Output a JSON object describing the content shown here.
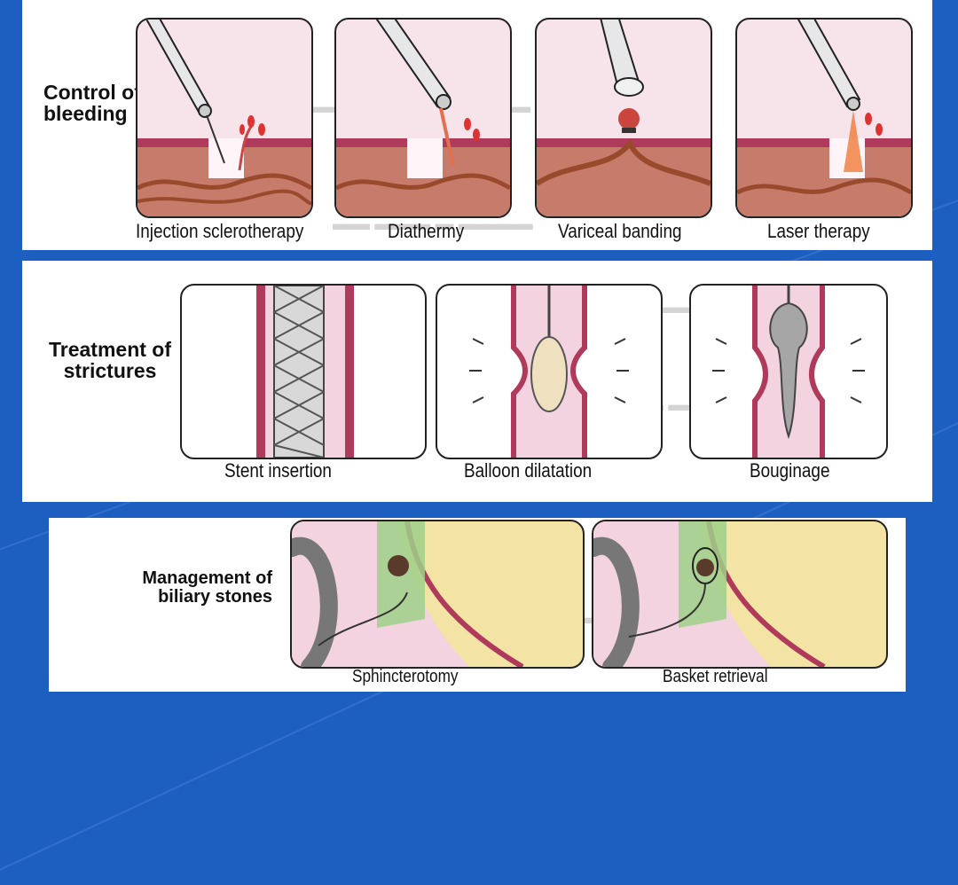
{
  "colors": {
    "slide_background": "#1d5fc0",
    "tissue_pink": "#f3d3df",
    "mucosa": "#c0466a",
    "vessel": "#b85a3a",
    "bile_yellow": "#f3e3a4",
    "duct_green": "#9fd08a"
  },
  "panels": {
    "bleeding": {
      "title": "Control of bleeding",
      "title_lines": [
        "Control of",
        "bleeding"
      ],
      "items": [
        {
          "label": "Injection sclerotherapy",
          "icon": "injection-needle-icon"
        },
        {
          "label": "Diathermy",
          "icon": "diathermy-probe-icon"
        },
        {
          "label": "Variceal banding",
          "icon": "band-ligator-icon"
        },
        {
          "label": "Laser therapy",
          "icon": "laser-probe-icon"
        }
      ]
    },
    "strictures": {
      "title": "Treatment of strictures",
      "title_lines": [
        "Treatment of",
        "strictures"
      ],
      "items": [
        {
          "label": "Stent insertion",
          "icon": "stent-icon"
        },
        {
          "label": "Balloon dilatation",
          "icon": "balloon-icon"
        },
        {
          "label": "Bouginage",
          "icon": "bougie-icon"
        }
      ]
    },
    "biliary": {
      "title": "Management of biliary stones",
      "title_lines": [
        "Management of",
        "biliary stones"
      ],
      "items": [
        {
          "label": "Sphincterotomy",
          "icon": "sphincterotome-icon"
        },
        {
          "label": "Basket retrieval",
          "icon": "retrieval-basket-icon"
        }
      ]
    }
  }
}
